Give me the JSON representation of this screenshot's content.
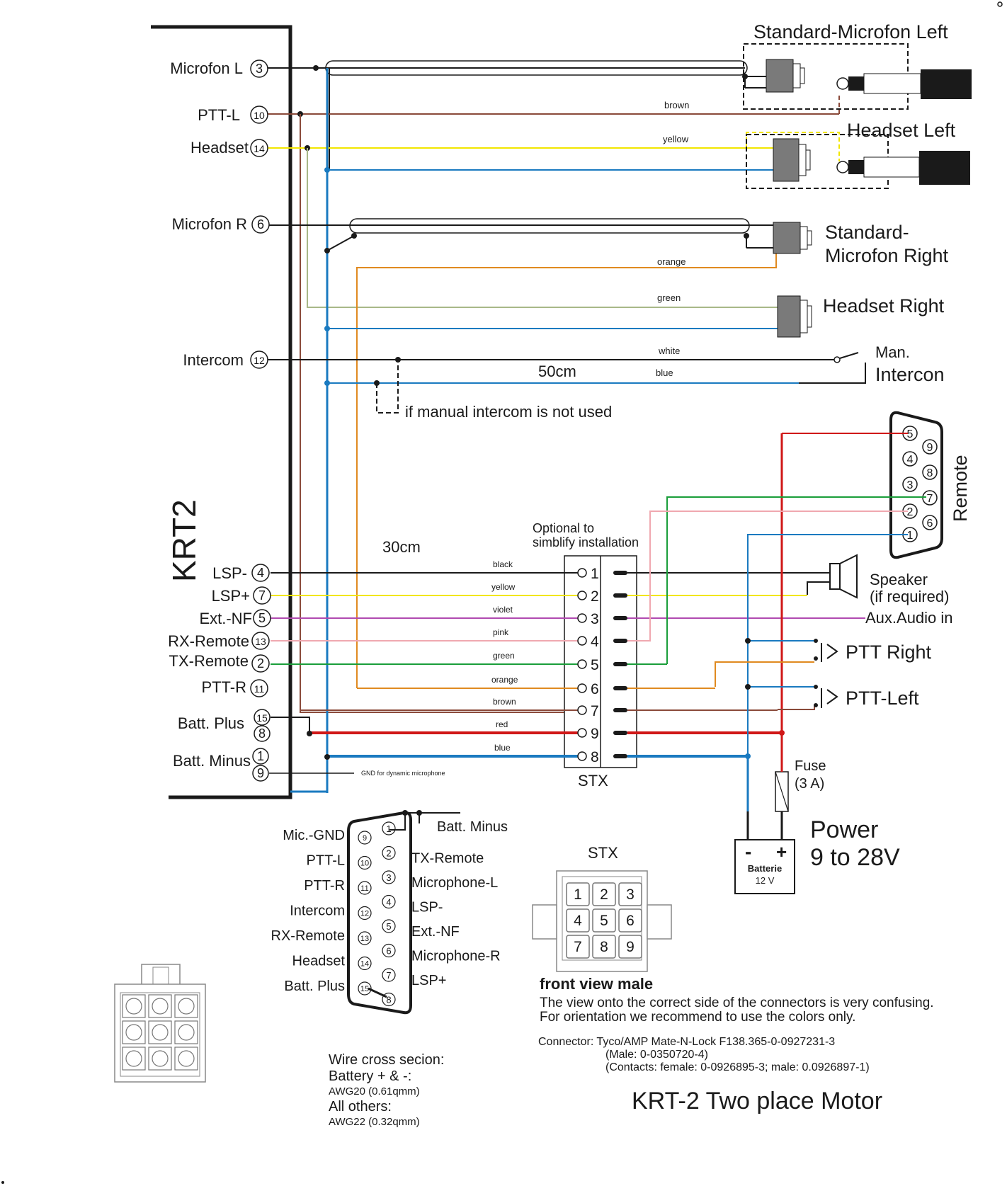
{
  "device": "KRT2",
  "title": "KRT-2 Two place Motor",
  "left_pins": [
    {
      "label": "Microfon L",
      "pin": "3"
    },
    {
      "label": "PTT-L",
      "pin": "10"
    },
    {
      "label": "Headset",
      "pin": "14"
    },
    {
      "label": "Microfon R",
      "pin": "6"
    },
    {
      "label": "Intercom",
      "pin": "12"
    },
    {
      "label": "LSP-",
      "pin": "4"
    },
    {
      "label": "LSP+",
      "pin": "7"
    },
    {
      "label": "Ext.-NF",
      "pin": "5"
    },
    {
      "label": "RX-Remote",
      "pin": "13"
    },
    {
      "label": "TX-Remote",
      "pin": "2"
    },
    {
      "label": "PTT-R",
      "pin": "11"
    },
    {
      "label": "Batt. Plus",
      "pins": [
        "15",
        "8"
      ]
    },
    {
      "label": "Batt. Minus",
      "pins": [
        "1",
        "9"
      ]
    }
  ],
  "top_wires": {
    "brown": "brown",
    "yellow": "yellow",
    "orange": "orange",
    "green": "green",
    "white": "white",
    "blue": "blue"
  },
  "right_labels": {
    "std_mic_left": "Standard-Microfon Left",
    "headset_left": "Headset Left",
    "std_mic_right_1": "Standard-",
    "std_mic_right_2": "Microfon Right",
    "headset_right": "Headset Right",
    "man_intercom_1": "Man.",
    "man_intercom_2": "Intercon",
    "length_50": "50cm",
    "length_30": "30cm",
    "if_manual": "if manual intercom is not used"
  },
  "stx": {
    "optional_1": "Optional to",
    "optional_2": "simblify installation",
    "label": "STX",
    "wires": [
      {
        "color_name": "black",
        "pin": "1",
        "hex": "#1a1a1a"
      },
      {
        "color_name": "yellow",
        "pin": "2",
        "hex": "#f2e600"
      },
      {
        "color_name": "violet",
        "pin": "3",
        "hex": "#b04ab0"
      },
      {
        "color_name": "pink",
        "pin": "4",
        "hex": "#f0a8b0"
      },
      {
        "color_name": "green",
        "pin": "5",
        "hex": "#1a9e3a"
      },
      {
        "color_name": "orange",
        "pin": "6",
        "hex": "#e08a20"
      },
      {
        "color_name": "brown",
        "pin": "7",
        "hex": "#8a4a3a"
      },
      {
        "color_name": "red",
        "pin": "9",
        "hex": "#d01818"
      },
      {
        "color_name": "blue",
        "pin": "8",
        "hex": "#1a7ac0"
      }
    ],
    "gnd_note": "GND for dynamic microphone"
  },
  "remote": {
    "label": "Remote",
    "pins_left": [
      "5",
      "4",
      "3",
      "2",
      "1"
    ],
    "pins_right": [
      "9",
      "8",
      "7",
      "6"
    ]
  },
  "speaker": {
    "line1": "Speaker",
    "line2": "(if required)"
  },
  "aux": "Aux.Audio in",
  "ptt_right": "PTT Right",
  "ptt_left": "PTT-Left",
  "fuse": {
    "line1": "Fuse",
    "line2": "(3 A)"
  },
  "battery": {
    "minus": "-",
    "plus": "+",
    "line1": "Batterie",
    "line2": "12 V"
  },
  "power": {
    "line1": "Power",
    "line2": "9 to 28V"
  },
  "dsub": {
    "left": [
      {
        "label": "Mic.-GND",
        "pin": "9"
      },
      {
        "label": "PTT-L",
        "pin": "10"
      },
      {
        "label": "PTT-R",
        "pin": "11"
      },
      {
        "label": "Intercom",
        "pin": "12"
      },
      {
        "label": "RX-Remote",
        "pin": "13"
      },
      {
        "label": "Headset",
        "pin": "14"
      },
      {
        "label": "Batt. Plus",
        "pin": "15"
      }
    ],
    "right": [
      {
        "label": "Batt. Minus",
        "pin": "1"
      },
      {
        "label": "TX-Remote",
        "pin": "2"
      },
      {
        "label": "Microphone-L",
        "pin": "3"
      },
      {
        "label": "LSP-",
        "pin": "4"
      },
      {
        "label": "Ext.-NF",
        "pin": "5"
      },
      {
        "label": "Microphone-R",
        "pin": "6"
      },
      {
        "label": "LSP+",
        "pin": "7"
      },
      {
        "label": "",
        "pin": "8"
      }
    ]
  },
  "stx_front": {
    "title": "STX",
    "cells": [
      "1",
      "2",
      "3",
      "4",
      "5",
      "6",
      "7",
      "8",
      "9"
    ],
    "caption": "front view male",
    "note1": "The view onto the correct side of the connectors is very confusing.",
    "note2": "For orientation we recommend to use the colors only."
  },
  "connector": {
    "line1": "Connector:  Tyco/AMP Mate-N-Lock F138.365-0-0927231-3",
    "line2": "(Male: 0-0350720-4)",
    "line3": "(Contacts: female: 0-0926895-3;  male: 0.0926897-1)"
  },
  "wire_section": {
    "line1": "Wire cross secion:",
    "line2": "Battery + & -:",
    "line3": "AWG20 (0.61qmm)",
    "line4": "All others:",
    "line5": "AWG22 (0.32qmm)"
  },
  "colors": {
    "brown": "#8a4a3a",
    "yellow": "#f2e600",
    "orange": "#e08a20",
    "green": "#a8b888",
    "blue": "#1a7ac0",
    "red": "#d01818",
    "black": "#1a1a1a",
    "dkgreen": "#1a9e3a",
    "pink": "#f0a8b0",
    "violet": "#b04ab0"
  }
}
